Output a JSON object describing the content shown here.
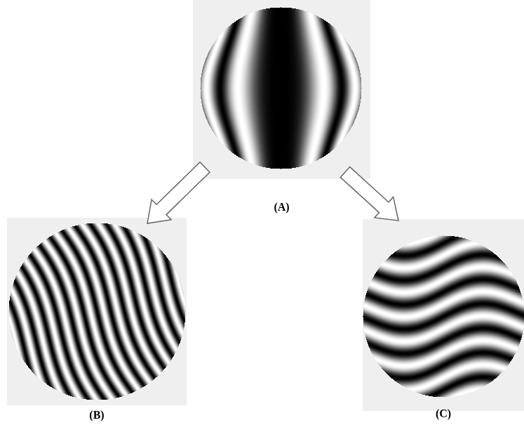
{
  "diagram": {
    "nodes": [
      {
        "text": [
          "(A)"
        ]
      },
      {
        "text": [
          "(B)"
        ]
      },
      {
        "text": [
          "(C)"
        ]
      }
    ],
    "edges": [
      {
        "from": 0,
        "to": 1,
        "arrow": "to"
      },
      {
        "from": 0,
        "to": 2,
        "arrow": "to"
      }
    ]
  }
}
